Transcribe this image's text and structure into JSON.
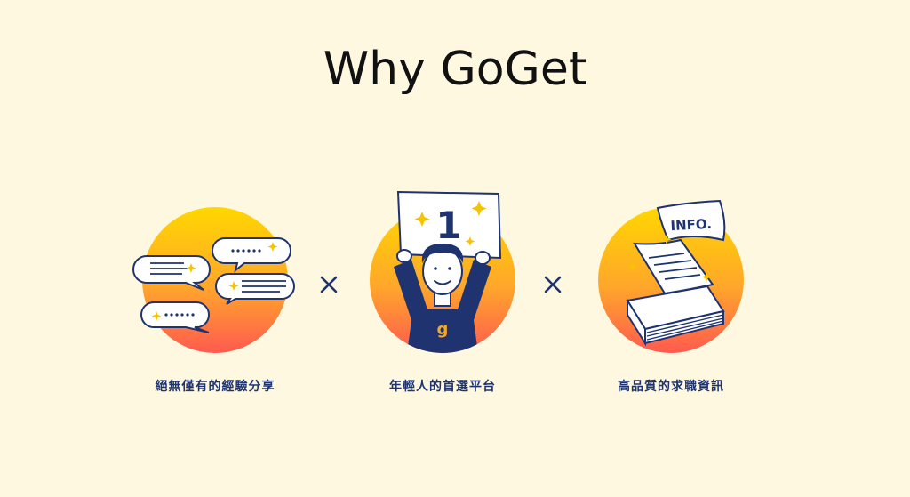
{
  "title": "Why GoGet",
  "features": [
    {
      "caption": "絕無僅有的經驗分享",
      "icon": "speech-bubbles-icon"
    },
    {
      "caption": "年輕人的首選平台",
      "icon": "person-holding-number-one-sign-icon",
      "sign_text": "1",
      "shirt_logo": "g"
    },
    {
      "caption": "高品質的求職資訊",
      "icon": "info-documents-stack-icon",
      "doc_label": "INFO."
    }
  ],
  "separator_icon": "multiply-icon",
  "colors": {
    "background": "#fdf8df",
    "navy": "#1e3370",
    "gradient_top": "#ffd700",
    "gradient_bottom": "#ff5a4f",
    "sparkle": "#f5c400"
  }
}
